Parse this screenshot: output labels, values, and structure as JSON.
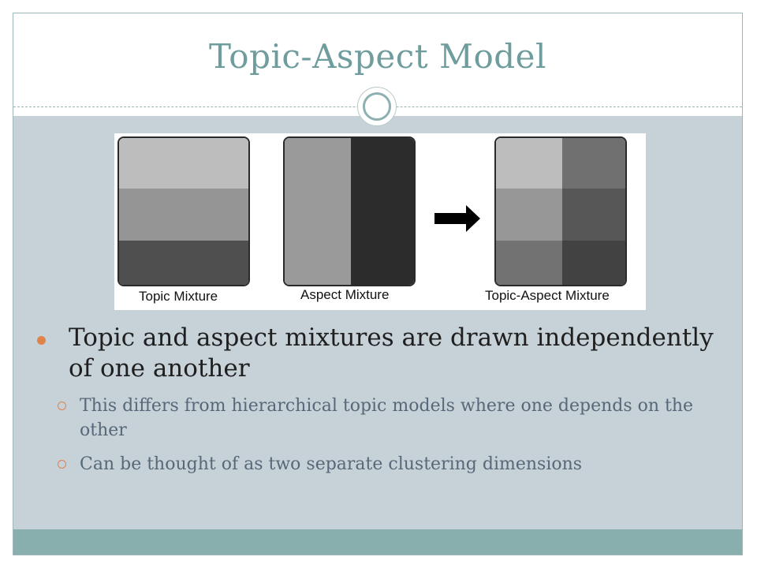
{
  "slide": {
    "title": "Topic-Aspect Model"
  },
  "figure": {
    "labels": {
      "topic": "Topic Mixture",
      "aspect": "Aspect Mixture",
      "combined": "Topic-Aspect Mixture"
    }
  },
  "bullets": [
    {
      "text": "Topic and aspect mixtures are drawn independently of one another",
      "sub": [
        "This differs from hierarchical topic models where one depends on the other",
        "Can be thought of as two separate clustering dimensions"
      ]
    }
  ],
  "colors": {
    "title": "#6f9c9c",
    "content_background": "#c6d1d8",
    "bottom_bar": "#89aeae",
    "bullet": "#e0834b"
  }
}
